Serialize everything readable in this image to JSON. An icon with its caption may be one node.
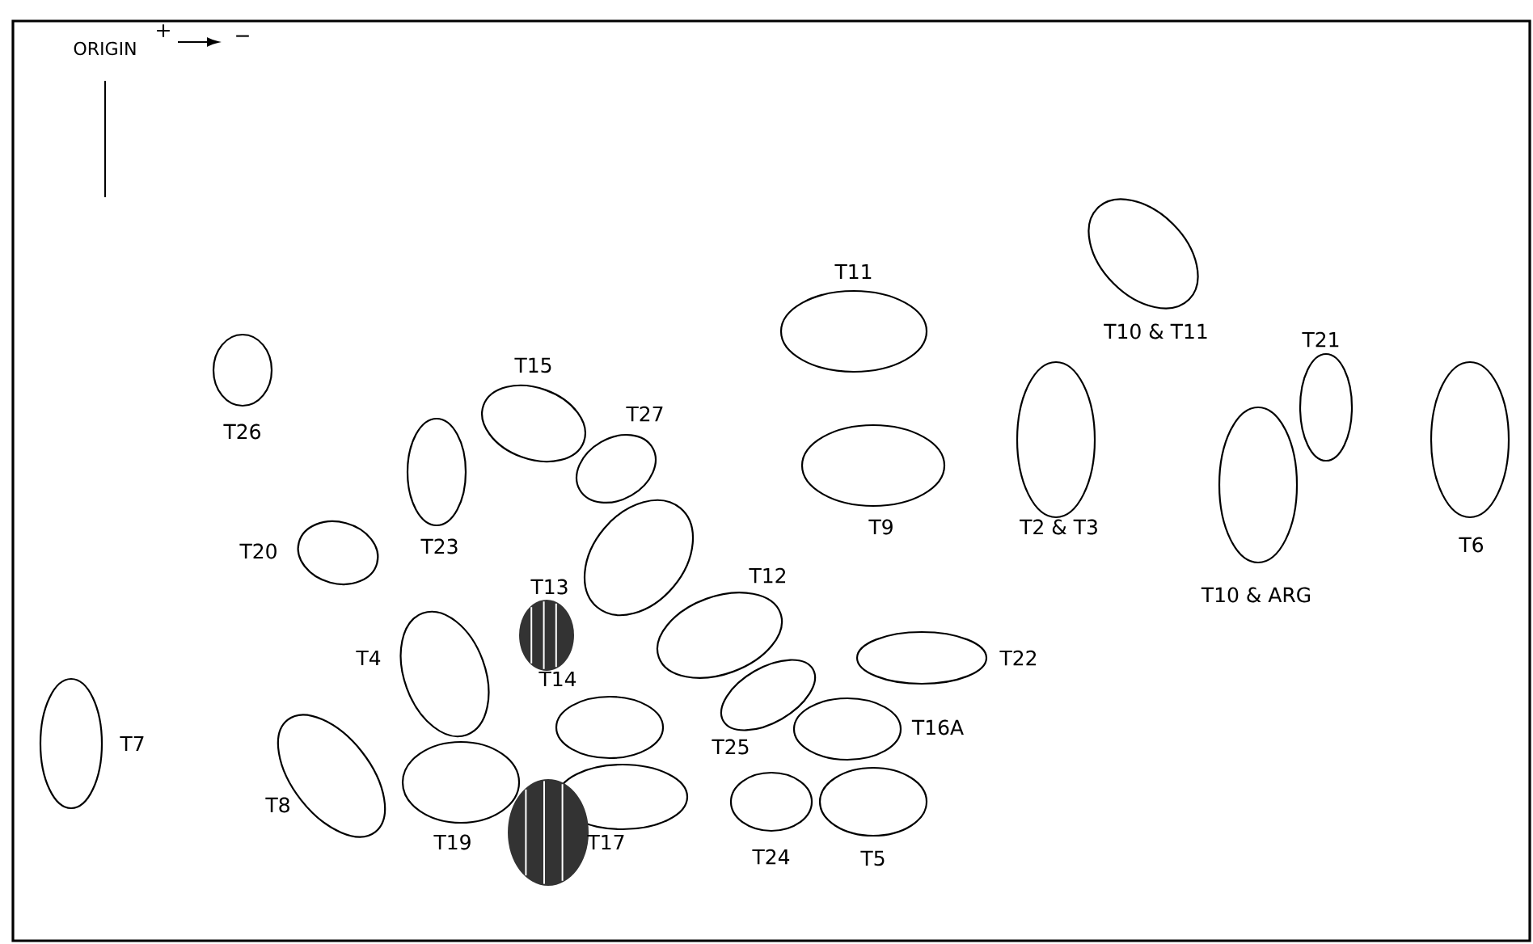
{
  "diagram": {
    "nodes": [
      {
        "text": [],
        "shape": "ellipse",
        "beside": [
          "T26"
        ]
      },
      {
        "text": [],
        "shape": "ellipse",
        "beside": [
          "T15"
        ]
      },
      {
        "text": [],
        "shape": "ellipse",
        "beside": [
          "T27"
        ]
      },
      {
        "text": [],
        "shape": "ellipse",
        "beside": [
          "T23"
        ]
      },
      {
        "text": [],
        "shape": "ellipse",
        "beside": [
          "T20"
        ]
      },
      {
        "text": [],
        "shape": "ellipse"
      },
      {
        "text": [],
        "shape": "spot",
        "beside": [
          "T13"
        ]
      },
      {
        "text": [],
        "shape": "ellipse",
        "beside": [
          "T12"
        ]
      },
      {
        "text": [],
        "shape": "ellipse",
        "beside": [
          "T4"
        ]
      },
      {
        "text": [],
        "shape": "ellipse",
        "beside": [
          "T14"
        ]
      },
      {
        "text": [],
        "shape": "ellipse",
        "beside": [
          "T22"
        ]
      },
      {
        "text": [],
        "shape": "ellipse",
        "beside": [
          "T25"
        ]
      },
      {
        "text": [],
        "shape": "ellipse",
        "beside": [
          "T16A"
        ]
      },
      {
        "text": [],
        "shape": "ellipse",
        "beside": [
          "T7"
        ]
      },
      {
        "text": [],
        "shape": "ellipse",
        "beside": [
          "T8"
        ]
      },
      {
        "text": [],
        "shape": "ellipse",
        "beside": [
          "T19"
        ]
      },
      {
        "text": [],
        "shape": "ellipse"
      },
      {
        "text": [],
        "shape": "spot",
        "beside": [
          "T17"
        ]
      },
      {
        "text": [],
        "shape": "ellipse",
        "beside": [
          "T24"
        ]
      },
      {
        "text": [],
        "shape": "ellipse",
        "beside": [
          "T5"
        ]
      },
      {
        "text": [],
        "shape": "ellipse",
        "beside": [
          "T11"
        ]
      },
      {
        "text": [],
        "shape": "ellipse",
        "beside": [
          "T9"
        ]
      },
      {
        "text": [],
        "shape": "ellipse",
        "beside": [
          "T10 & T11"
        ]
      },
      {
        "text": [],
        "shape": "ellipse",
        "beside": [
          "T2 & T3"
        ]
      },
      {
        "text": [],
        "shape": "ellipse",
        "beside": [
          "T21"
        ]
      },
      {
        "text": [],
        "shape": "ellipse",
        "beside": [
          "T10 & ARG"
        ]
      },
      {
        "text": [],
        "shape": "ellipse",
        "beside": [
          "T6"
        ]
      }
    ],
    "labels": [
      "ORIGIN",
      "+",
      "−"
    ]
  }
}
